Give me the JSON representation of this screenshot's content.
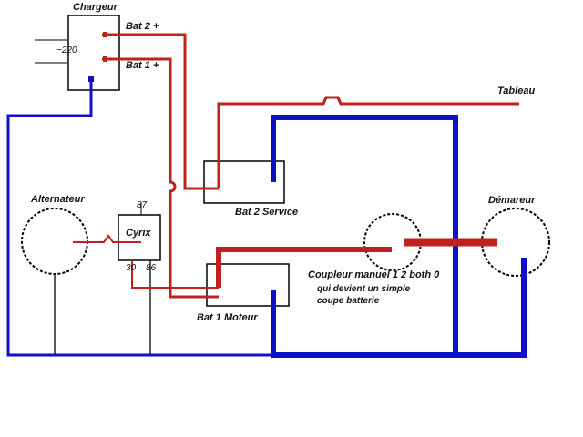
{
  "labels": {
    "chargeur": "Chargeur",
    "ac_input": "~220",
    "bat2_plus": "Bat 2 +",
    "bat1_plus": "Bat 1 +",
    "tableau": "Tableau",
    "alternateur": "Alternateur",
    "demarreur": "Démareur",
    "bat2": "Bat 2 Service",
    "bat1": "Bat 1 Moteur",
    "cyrix": "Cyrix",
    "pin87": "87",
    "pin30": "30",
    "pin86": "86",
    "coupleur_line1": "Coupleur manuel 1 2 both 0",
    "coupleur_line2": "qui devient un simple",
    "coupleur_line3": "coupe batterie"
  },
  "colors": {
    "positive": "#c0201e",
    "negative": "#1010c8",
    "outline": "#000000"
  }
}
